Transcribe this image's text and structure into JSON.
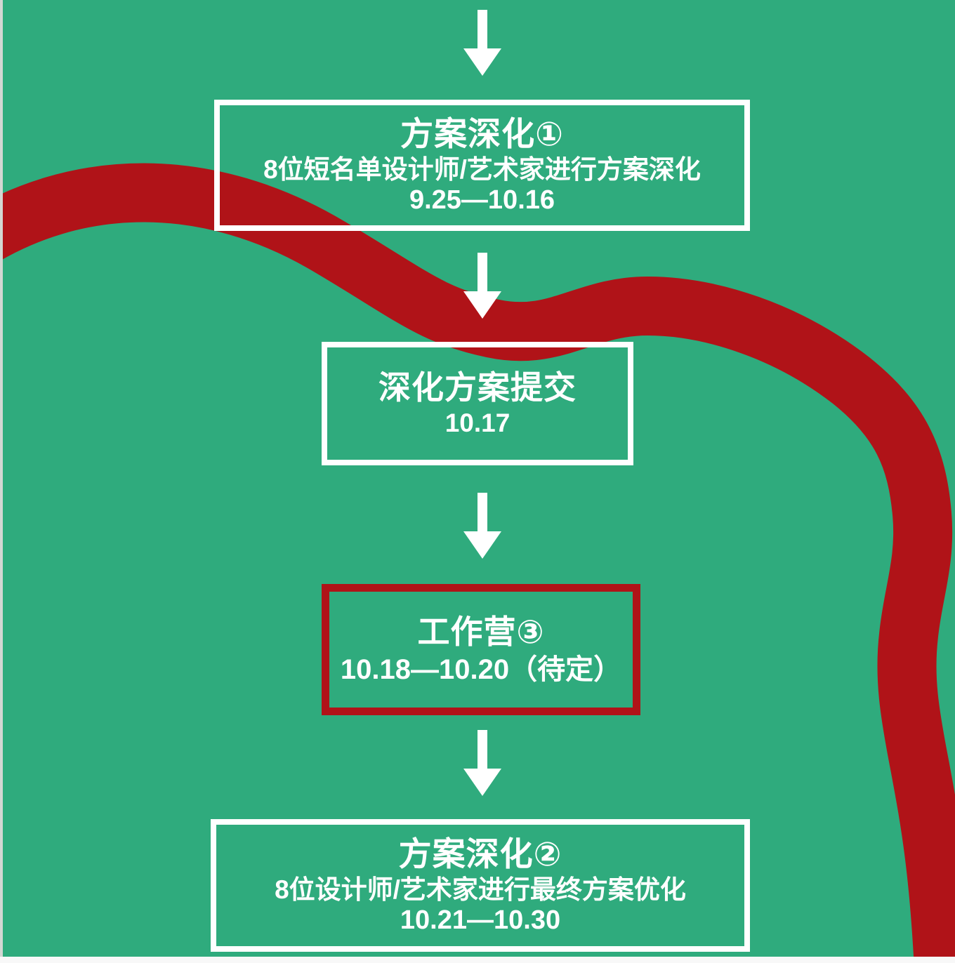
{
  "theme": {
    "bg": "#2FAB7D",
    "red": "#B01318",
    "white": "#FFFFFF"
  },
  "flow": {
    "steps": [
      {
        "title": "方案深化①",
        "subtitle": "8位短名单设计师/艺术家进行方案深化",
        "date": "9.25—10.16",
        "border": "white"
      },
      {
        "title": "深化方案提交",
        "subtitle": "",
        "date": "10.17",
        "border": "white"
      },
      {
        "title": "工作营③",
        "subtitle": "",
        "date": "10.18—10.20（待定）",
        "border": "red"
      },
      {
        "title": "方案深化②",
        "subtitle": "8位设计师/艺术家进行最终方案优化",
        "date": "10.21—10.30",
        "border": "white"
      }
    ],
    "connectors": [
      {
        "icon": "down-arrow"
      },
      {
        "icon": "down-arrow"
      },
      {
        "icon": "down-arrow"
      },
      {
        "icon": "down-arrow"
      }
    ]
  }
}
